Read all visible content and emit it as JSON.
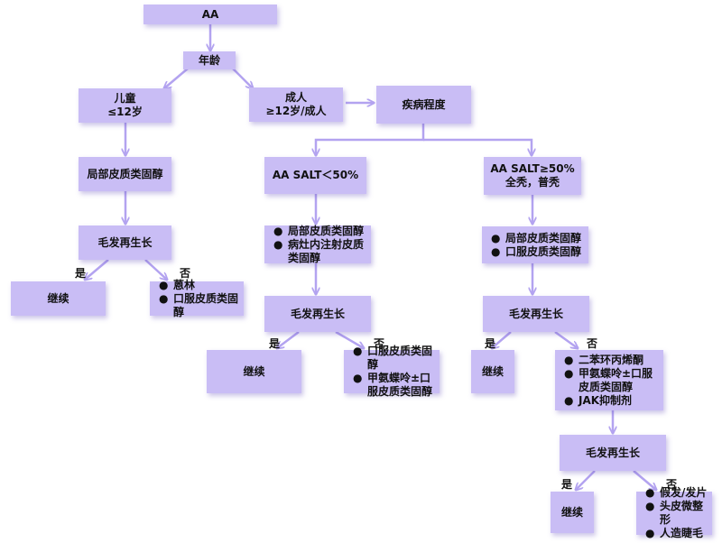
{
  "colors": {
    "box_fill": "#c9bdf5",
    "edge": "#b3a3f0"
  },
  "nodes": {
    "aa": "AA",
    "age": "年龄",
    "child": [
      "儿童",
      "≤12岁"
    ],
    "adult": [
      "成人",
      "≥12岁/成人"
    ],
    "severity": "疾病程度",
    "child_topical": "局部皮质类固醇",
    "child_regrowth": "毛发再生长",
    "child_continue": "继续",
    "child_no_list": [
      "蒽林",
      "口服皮质类固醇"
    ],
    "salt_low": "AA SALT＜50%",
    "salt_high": [
      "AA SALT≥50%",
      "全秃，普秃"
    ],
    "low_list": [
      "局部皮质类固醇",
      "病灶内注射皮质类固醇"
    ],
    "high_list": [
      "局部皮质类固醇",
      "口服皮质类固醇"
    ],
    "low_regrowth": "毛发再生长",
    "low_continue": "继续",
    "low_no_list": [
      "口服皮质类固醇",
      "甲氨蝶呤±口服皮质类固醇"
    ],
    "high_regrowth": "毛发再生长",
    "high_continue": "继续",
    "high_no_list": [
      "二苯环丙烯酮",
      "甲氨蝶呤±口服皮质类固醇",
      "JAK抑制剂"
    ],
    "final_regrowth": "毛发再生长",
    "final_continue": "继续",
    "final_no_list": [
      "假发/发片",
      "头皮微整形",
      "人造睫毛"
    ]
  },
  "labels": {
    "yes": "是",
    "no": "否"
  }
}
